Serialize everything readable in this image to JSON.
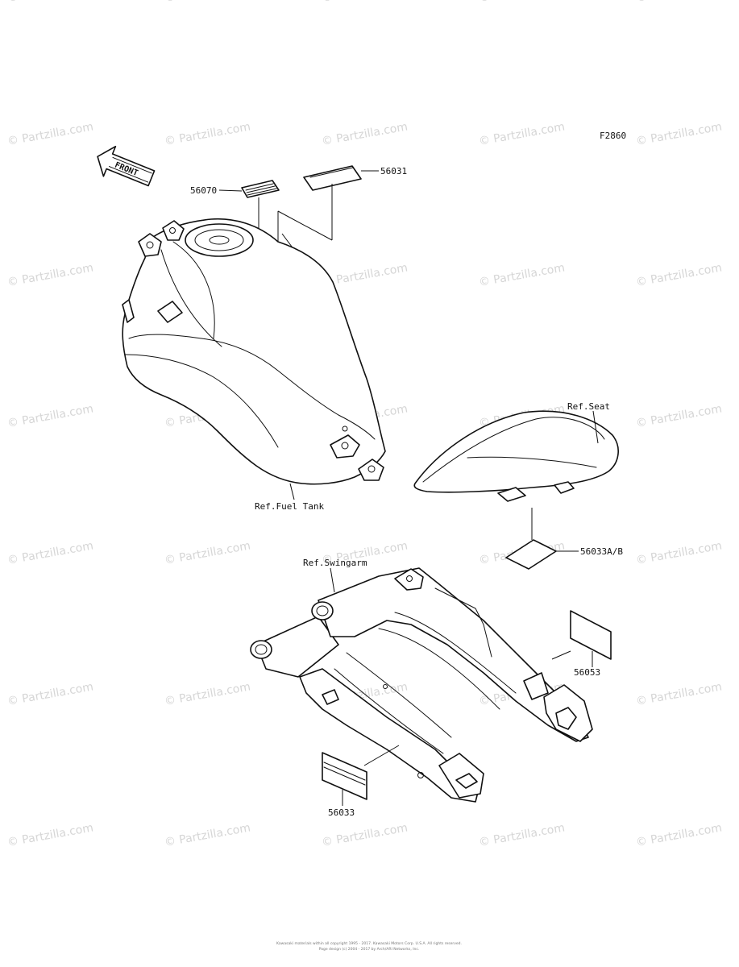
{
  "figure_code": "F2860",
  "arrow_label": "FRONT",
  "callouts": {
    "p56070": "56070",
    "p56031": "56031",
    "p56033ab": "56033A/B",
    "p56053": "56053",
    "p56033": "56033"
  },
  "refs": {
    "fuel_tank": "Ref.Fuel Tank",
    "seat": "Ref.Seat",
    "swingarm": "Ref.Swingarm"
  },
  "watermark": "© Partzilla.com",
  "footer": {
    "line1": "Kawasaki materials within all copyright 1995 - 2017. Kawasaki Motors Corp. U.S.A. All rights reserved.",
    "line2": "Page design (c) 2004 - 2017 by Arch/ARI Networks, Inc."
  }
}
